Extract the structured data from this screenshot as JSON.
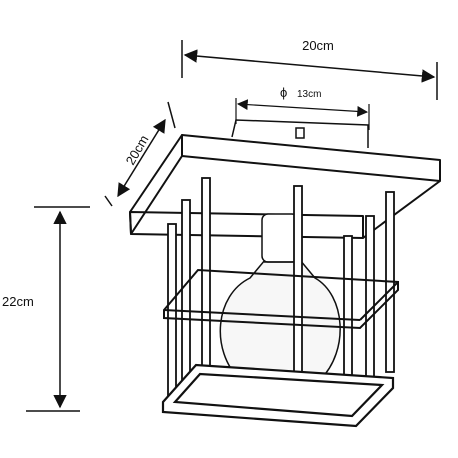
{
  "dimensions": {
    "width_top": "20cm",
    "width_side": "20cm",
    "height": "22cm",
    "diameter": "13cm",
    "diameter_symbol": "ϕ"
  },
  "colors": {
    "line": "#111111",
    "fill": "#ffffff",
    "bulb_fill": "#f7f7f7"
  }
}
